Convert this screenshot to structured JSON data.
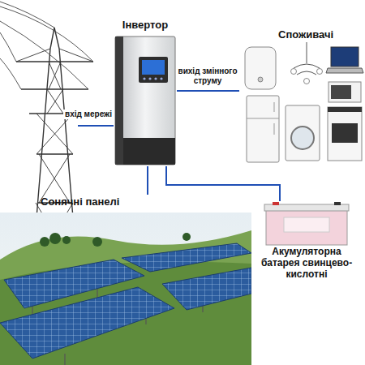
{
  "diagram": {
    "nodes": [
      {
        "text": [
          "Інвертор"
        ]
      },
      {
        "text": [
          "Споживачі"
        ]
      },
      {
        "text": [
          "Акумуляторна батарея свинцево-кислотні"
        ]
      },
      {
        "text": [
          "Сонячні панелі"
        ]
      }
    ],
    "edges": [
      {
        "from": 0,
        "to": 1,
        "arrow": "none",
        "label": "вихід змінного струму"
      },
      {
        "from": 0,
        "to": 2,
        "arrow": "none"
      },
      {
        "from": 0,
        "to": 3,
        "arrow": "none"
      }
    ],
    "labels": [
      "вхід мережі"
    ]
  }
}
